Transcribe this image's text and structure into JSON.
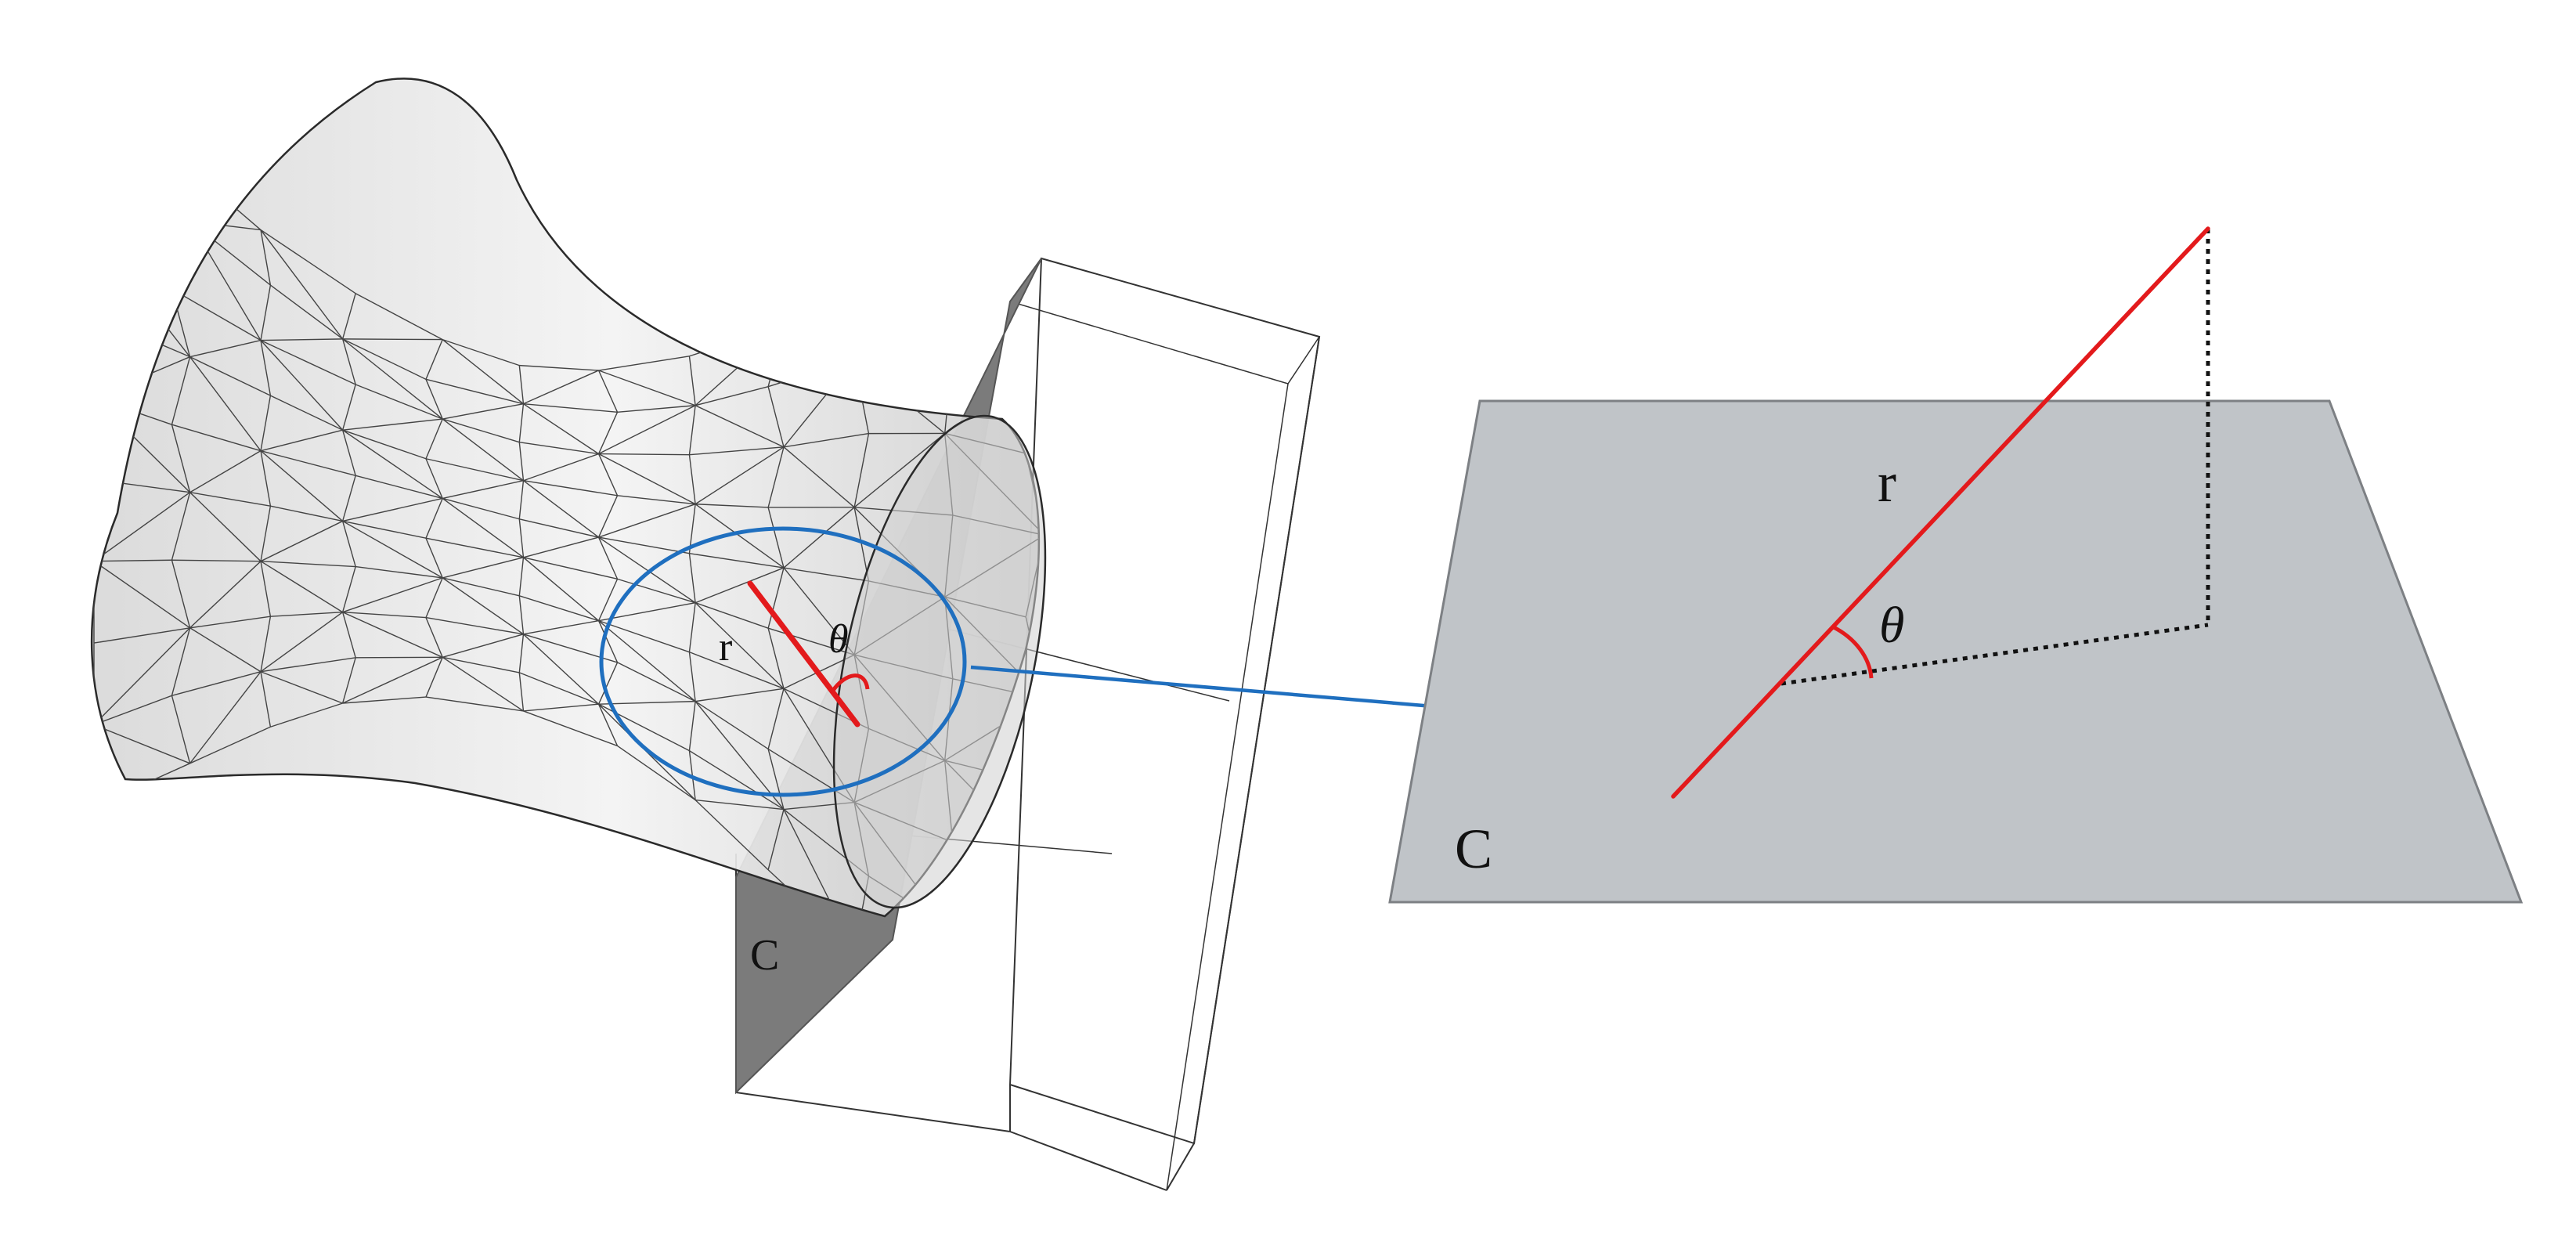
{
  "labels": {
    "left_r": "r",
    "left_theta": "θ",
    "left_plane": "C",
    "right_r": "r",
    "right_theta": "θ",
    "right_plane": "C"
  },
  "colors": {
    "mesh_fill": "#e2e2e2",
    "mesh_stroke": "#3a3a3a",
    "plane_dark": "#7b7b7b",
    "plane_gray": "#c0c4c8",
    "red_line": "#e31a1c",
    "blue_callout": "#1f6fbf",
    "dotted": "#111111"
  },
  "icons": {
    "callout_arrow": "arrow-right-icon"
  }
}
